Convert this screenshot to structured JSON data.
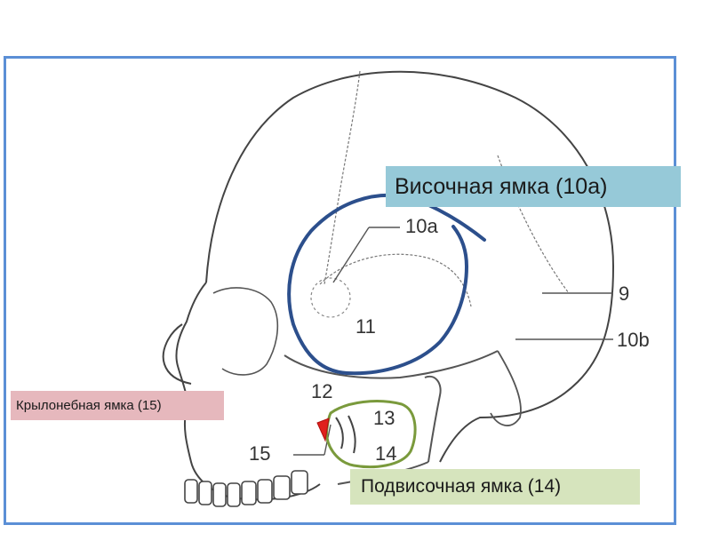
{
  "labels": {
    "temporal_fossa": "Височная ямка (10a)",
    "pterygopalatine_fossa": "Крылонебная ямка (15)",
    "infratemporal_fossa": "Подвисочная ямка (14)"
  },
  "numbers": {
    "n10a": "10a",
    "n9": "9",
    "n10b": "10b",
    "n11": "11",
    "n12": "12",
    "n13": "13",
    "n14": "14",
    "n15": "15"
  },
  "colors": {
    "frame": "#5b8fd6",
    "temporal_outline": "#2c4f8c",
    "infratemporal_outline": "#7a9a3c",
    "pterygopalatine_mark": "#e0201c",
    "temporal_box": "#96c9d8",
    "pterygopalatine_box": "#e6b8bd",
    "infratemporal_box": "#d6e4bd"
  }
}
